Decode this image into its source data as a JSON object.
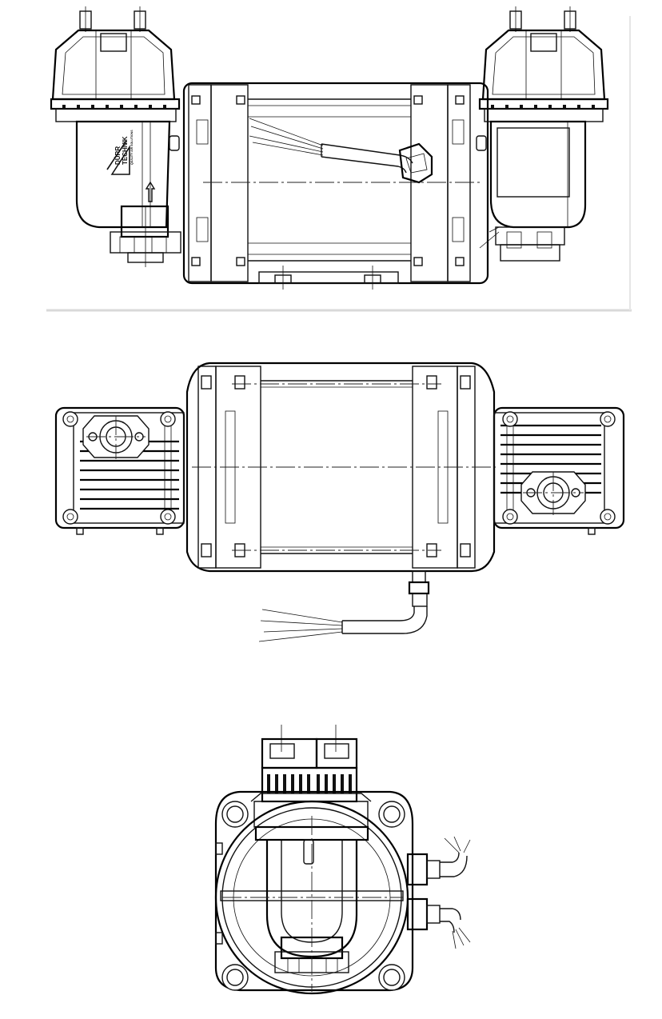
{
  "drawing": {
    "views": [
      "side-view",
      "top-view",
      "end-view"
    ],
    "logo": {
      "brand_line1": "DÜRR",
      "brand_line2": "TECHNIK",
      "tagline": "QUALITY AIR SOLUTIONS"
    },
    "colors": {
      "line": "#111111",
      "background": "#ffffff",
      "frame": "#d9d9d9"
    }
  }
}
